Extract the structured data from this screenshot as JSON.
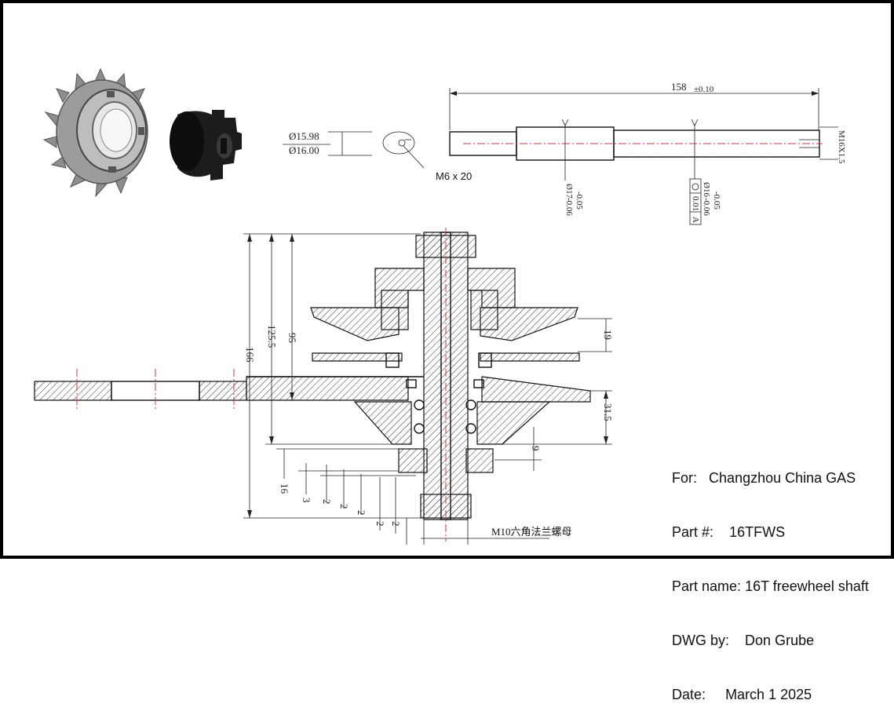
{
  "title_block": {
    "for_label": "For:",
    "for_value": "Changzhou China GAS",
    "part_no_label": "Part #:",
    "part_no_value": "16TFWS",
    "part_name_label": "Part name:",
    "part_name_value": "16T freewheel shaft",
    "dwg_by_label": "DWG by:",
    "dwg_by_value": "Don Grube",
    "date_label": "Date:",
    "date_value": "March 1 2025"
  },
  "key_view": {
    "upper": "Ø15.98",
    "lower": "Ø16.00",
    "screw_label": "M6 x 20"
  },
  "shaft_view": {
    "length": "158",
    "length_tol": "±0.10",
    "thread": "M16X1.5",
    "dia1_tol_upper": "-0.05",
    "dia1_tol_lower": "-0.06",
    "dia1": "Ø17",
    "dia2": "Ø16",
    "dia2_tol_upper": "-0.05",
    "dia2_tol_lower": "-0.06",
    "datum_frame_1": "0.01",
    "datum_frame_2": "A"
  },
  "section_view": {
    "dim_166": "166",
    "dim_125_5": "125.5",
    "dim_95": "95",
    "dim_19": "19",
    "dim_31_5": "31.5",
    "dim_9": "9",
    "dim_16": "16",
    "dim_3": "3",
    "dim_2a": "2",
    "dim_2b": "2",
    "dim_2c": "2",
    "dim_2d": "2",
    "dim_2e": "2",
    "nut_label": "M10六角法兰螺母"
  },
  "colors": {
    "line": "#111111",
    "centerline": "#dd3333",
    "frame": "#000000"
  }
}
